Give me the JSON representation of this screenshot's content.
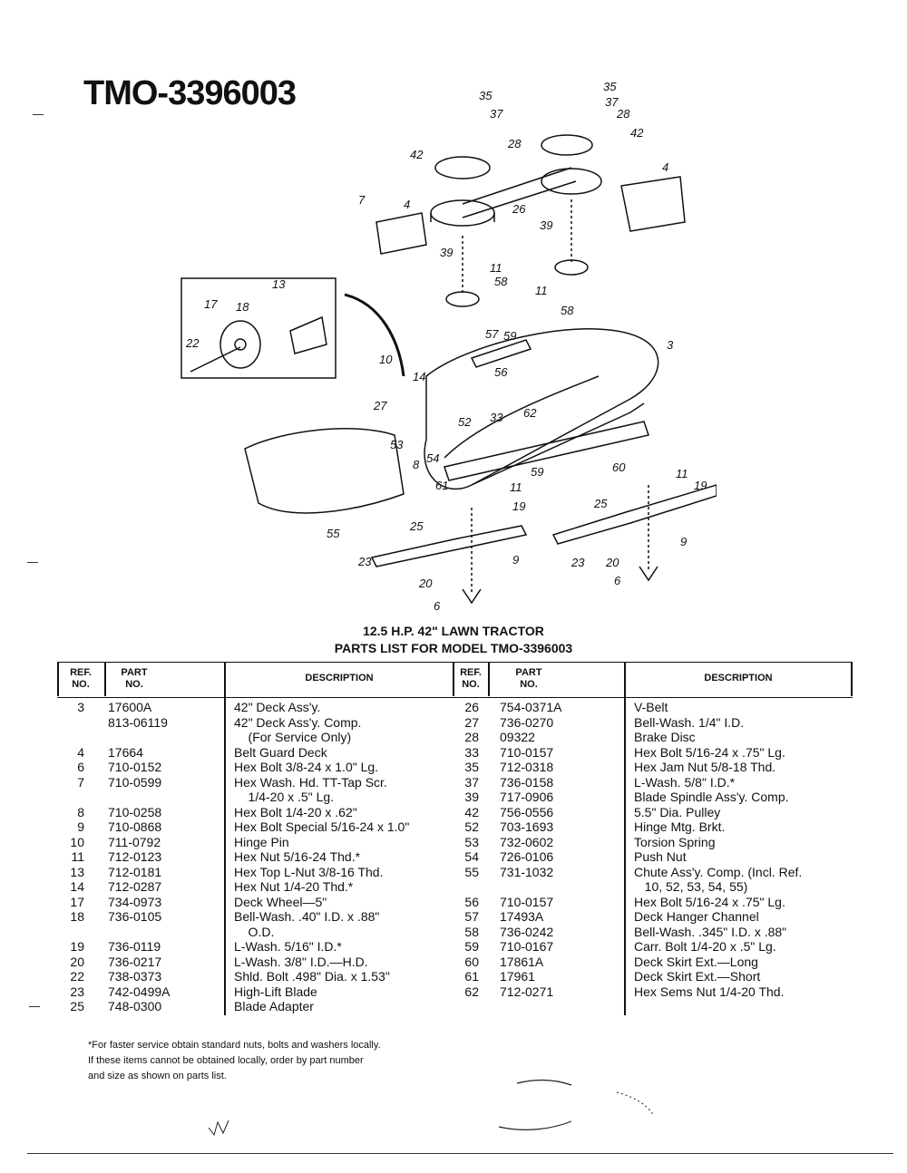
{
  "model_title": "TMO-3396003",
  "diagram": {
    "callouts": [
      "35",
      "37",
      "28",
      "42",
      "26",
      "4",
      "7",
      "39",
      "11",
      "58",
      "57",
      "59",
      "3",
      "13",
      "17",
      "18",
      "22",
      "10",
      "14",
      "27",
      "52",
      "33",
      "62",
      "56",
      "53",
      "8",
      "54",
      "61",
      "60",
      "59",
      "55",
      "11",
      "19",
      "25",
      "23",
      "9",
      "20",
      "6",
      "11",
      "19",
      "25",
      "9",
      "23",
      "20",
      "6",
      "42",
      "28",
      "37",
      "35",
      "4",
      "39",
      "11",
      "58"
    ]
  },
  "heading": {
    "line1": "12.5 H.P. 42\" LAWN TRACTOR",
    "line2": "PARTS LIST FOR MODEL TMO-3396003"
  },
  "table_headers": {
    "ref": "REF.\nNO.",
    "part": "PART\nNO.",
    "description": "DESCRIPTION"
  },
  "left_rows": [
    {
      "ref": "3",
      "part": "17600A",
      "desc": "42\" Deck Ass'y."
    },
    {
      "ref": "",
      "part": "813-06119",
      "desc": "42\" Deck Ass'y. Comp."
    },
    {
      "ref": "",
      "part": "",
      "desc": "    (For Service Only)"
    },
    {
      "ref": "4",
      "part": "17664",
      "desc": "Belt Guard Deck"
    },
    {
      "ref": "6",
      "part": "710-0152",
      "desc": "Hex Bolt 3/8-24 x 1.0\" Lg."
    },
    {
      "ref": "7",
      "part": "710-0599",
      "desc": "Hex Wash. Hd. TT-Tap Scr."
    },
    {
      "ref": "",
      "part": "",
      "desc": "    1/4-20 x .5\" Lg."
    },
    {
      "ref": "8",
      "part": "710-0258",
      "desc": "Hex Bolt 1/4-20 x .62\""
    },
    {
      "ref": "9",
      "part": "710-0868",
      "desc": "Hex Bolt Special 5/16-24 x 1.0\""
    },
    {
      "ref": "10",
      "part": "711-0792",
      "desc": "Hinge Pin"
    },
    {
      "ref": "11",
      "part": "712-0123",
      "desc": "Hex Nut 5/16-24 Thd.*"
    },
    {
      "ref": "13",
      "part": "712-0181",
      "desc": "Hex Top L-Nut 3/8-16 Thd."
    },
    {
      "ref": "14",
      "part": "712-0287",
      "desc": "Hex Nut 1/4-20 Thd.*"
    },
    {
      "ref": "17",
      "part": "734-0973",
      "desc": "Deck Wheel—5\""
    },
    {
      "ref": "18",
      "part": "736-0105",
      "desc": "Bell-Wash. .40\" I.D. x .88\""
    },
    {
      "ref": "",
      "part": "",
      "desc": "    O.D."
    },
    {
      "ref": "19",
      "part": "736-0119",
      "desc": "L-Wash. 5/16\" I.D.*"
    },
    {
      "ref": "20",
      "part": "736-0217",
      "desc": "L-Wash. 3/8\" I.D.—H.D."
    },
    {
      "ref": "22",
      "part": "738-0373",
      "desc": "Shld. Bolt .498\" Dia. x 1.53\""
    },
    {
      "ref": "23",
      "part": "742-0499A",
      "desc": "High-Lift Blade"
    },
    {
      "ref": "25",
      "part": "748-0300",
      "desc": "Blade Adapter"
    }
  ],
  "right_rows": [
    {
      "ref": "26",
      "part": "754-0371A",
      "desc": "V-Belt"
    },
    {
      "ref": "27",
      "part": "736-0270",
      "desc": "Bell-Wash. 1/4\" I.D."
    },
    {
      "ref": "28",
      "part": "09322",
      "desc": "Brake Disc"
    },
    {
      "ref": "33",
      "part": "710-0157",
      "desc": "Hex Bolt 5/16-24 x .75\" Lg."
    },
    {
      "ref": "35",
      "part": "712-0318",
      "desc": "Hex Jam Nut 5/8-18 Thd."
    },
    {
      "ref": "37",
      "part": "736-0158",
      "desc": "L-Wash. 5/8\" I.D.*"
    },
    {
      "ref": "39",
      "part": "717-0906",
      "desc": "Blade Spindle Ass'y. Comp."
    },
    {
      "ref": "42",
      "part": "756-0556",
      "desc": "5.5\" Dia. Pulley"
    },
    {
      "ref": "52",
      "part": "703-1693",
      "desc": "Hinge Mtg. Brkt."
    },
    {
      "ref": "53",
      "part": "732-0602",
      "desc": "Torsion Spring"
    },
    {
      "ref": "54",
      "part": "726-0106",
      "desc": "Push Nut"
    },
    {
      "ref": "55",
      "part": "731-1032",
      "desc": "Chute Ass'y. Comp. (Incl. Ref."
    },
    {
      "ref": "",
      "part": "",
      "desc": "   10, 52, 53, 54, 55)"
    },
    {
      "ref": "56",
      "part": "710-0157",
      "desc": "Hex Bolt 5/16-24 x .75\" Lg."
    },
    {
      "ref": "57",
      "part": "17493A",
      "desc": "Deck Hanger Channel"
    },
    {
      "ref": "58",
      "part": "736-0242",
      "desc": "Bell-Wash. .345\" I.D. x .88\""
    },
    {
      "ref": "59",
      "part": "710-0167",
      "desc": "Carr. Bolt 1/4-20 x .5\" Lg."
    },
    {
      "ref": "60",
      "part": "17861A",
      "desc": "Deck Skirt Ext.—Long"
    },
    {
      "ref": "61",
      "part": "17961",
      "desc": "Deck Skirt Ext.—Short"
    },
    {
      "ref": "62",
      "part": "712-0271",
      "desc": "Hex Sems Nut 1/4-20 Thd."
    }
  ],
  "footnote": {
    "line1": "*For faster service obtain standard nuts, bolts and washers locally.",
    "line2": "If these items cannot be obtained locally, order by part number",
    "line3": "and size as shown on parts list."
  }
}
